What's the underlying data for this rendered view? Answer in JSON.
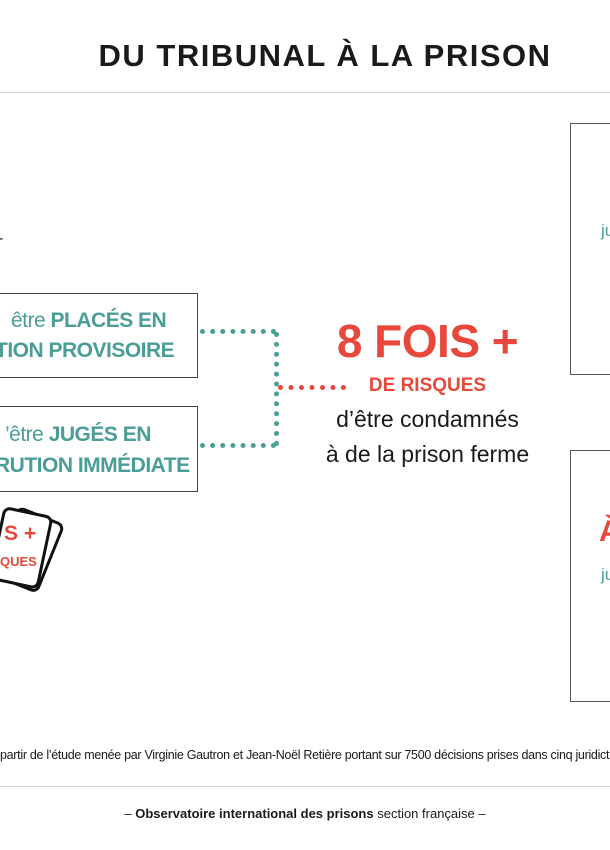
{
  "header": {
    "title": "DU TRIBUNAL À LA PRISON"
  },
  "box1": {
    "pre": "être ",
    "highlight": "PLACÉS EN",
    "line2": "TION PROVISOIRE"
  },
  "box2": {
    "pre": "’être ",
    "highlight": "JUGÉS EN",
    "line2": "RUTION IMMÉDIATE"
  },
  "stat": {
    "big": "8 FOIS +",
    "sub": "DE RISQUES",
    "line1": "d’être condamnés",
    "line2": "à de la prison ferme"
  },
  "cards_fragment": {
    "line1": "S +",
    "line2": "QUES"
  },
  "right_cards": {
    "top_fragment": "ju",
    "bottom_big_fragment": "À",
    "bottom_small_fragment": "ju"
  },
  "left_dot": "-",
  "footer": {
    "note": "partir de l’étude menée par Virginie Gautron et Jean-Noël Retière portant sur 7500 décisions prises dans cinq juridictions du gra",
    "org_bold": "Observatoire international des prisons",
    "org_rest": " section française",
    "dash": "–"
  },
  "colors": {
    "teal": "#4a9e97",
    "red": "#e8483b",
    "text": "#1a1a1a"
  }
}
